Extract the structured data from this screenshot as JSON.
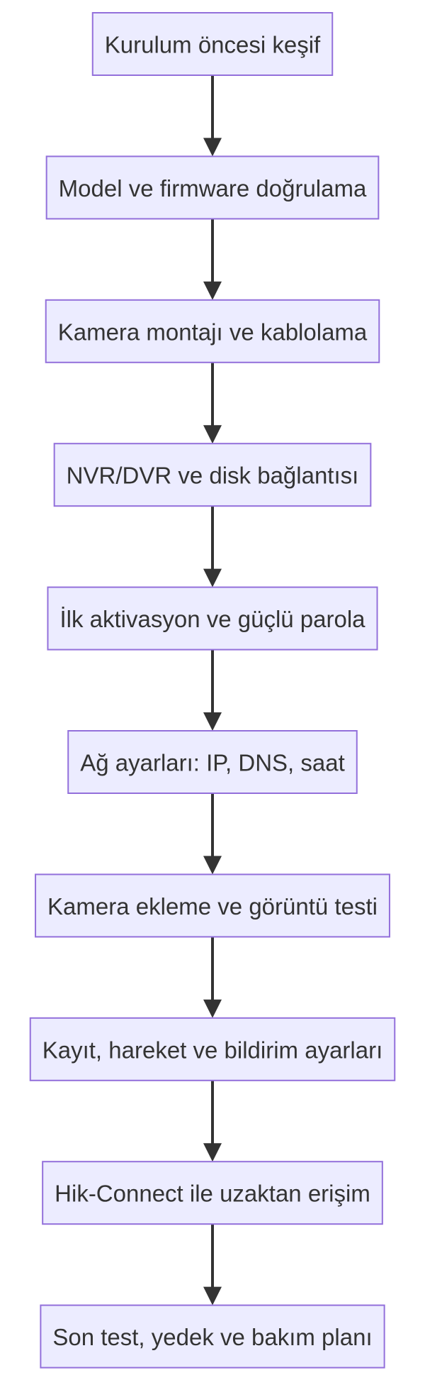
{
  "diagram": {
    "type": "flowchart",
    "direction": "top-to-bottom",
    "colors": {
      "node_fill": "#ececff",
      "node_border": "#9370db",
      "text": "#333333",
      "arrow": "#333333",
      "background": "#ffffff"
    },
    "steps": [
      {
        "label": "Kurulum öncesi keşif"
      },
      {
        "label": "Model ve firmware doğrulama"
      },
      {
        "label": "Kamera montajı ve kablolama"
      },
      {
        "label": "NVR/DVR ve disk bağlantısı"
      },
      {
        "label": "İlk aktivasyon ve güçlü parola"
      },
      {
        "label": "Ağ ayarları: IP, DNS, saat"
      },
      {
        "label": "Kamera ekleme ve görüntü testi"
      },
      {
        "label": "Kayıt, hareket ve bildirim ayarları"
      },
      {
        "label": "Hik-Connect ile uzaktan erişim"
      },
      {
        "label": "Son test, yedek ve bakım planı"
      }
    ]
  }
}
